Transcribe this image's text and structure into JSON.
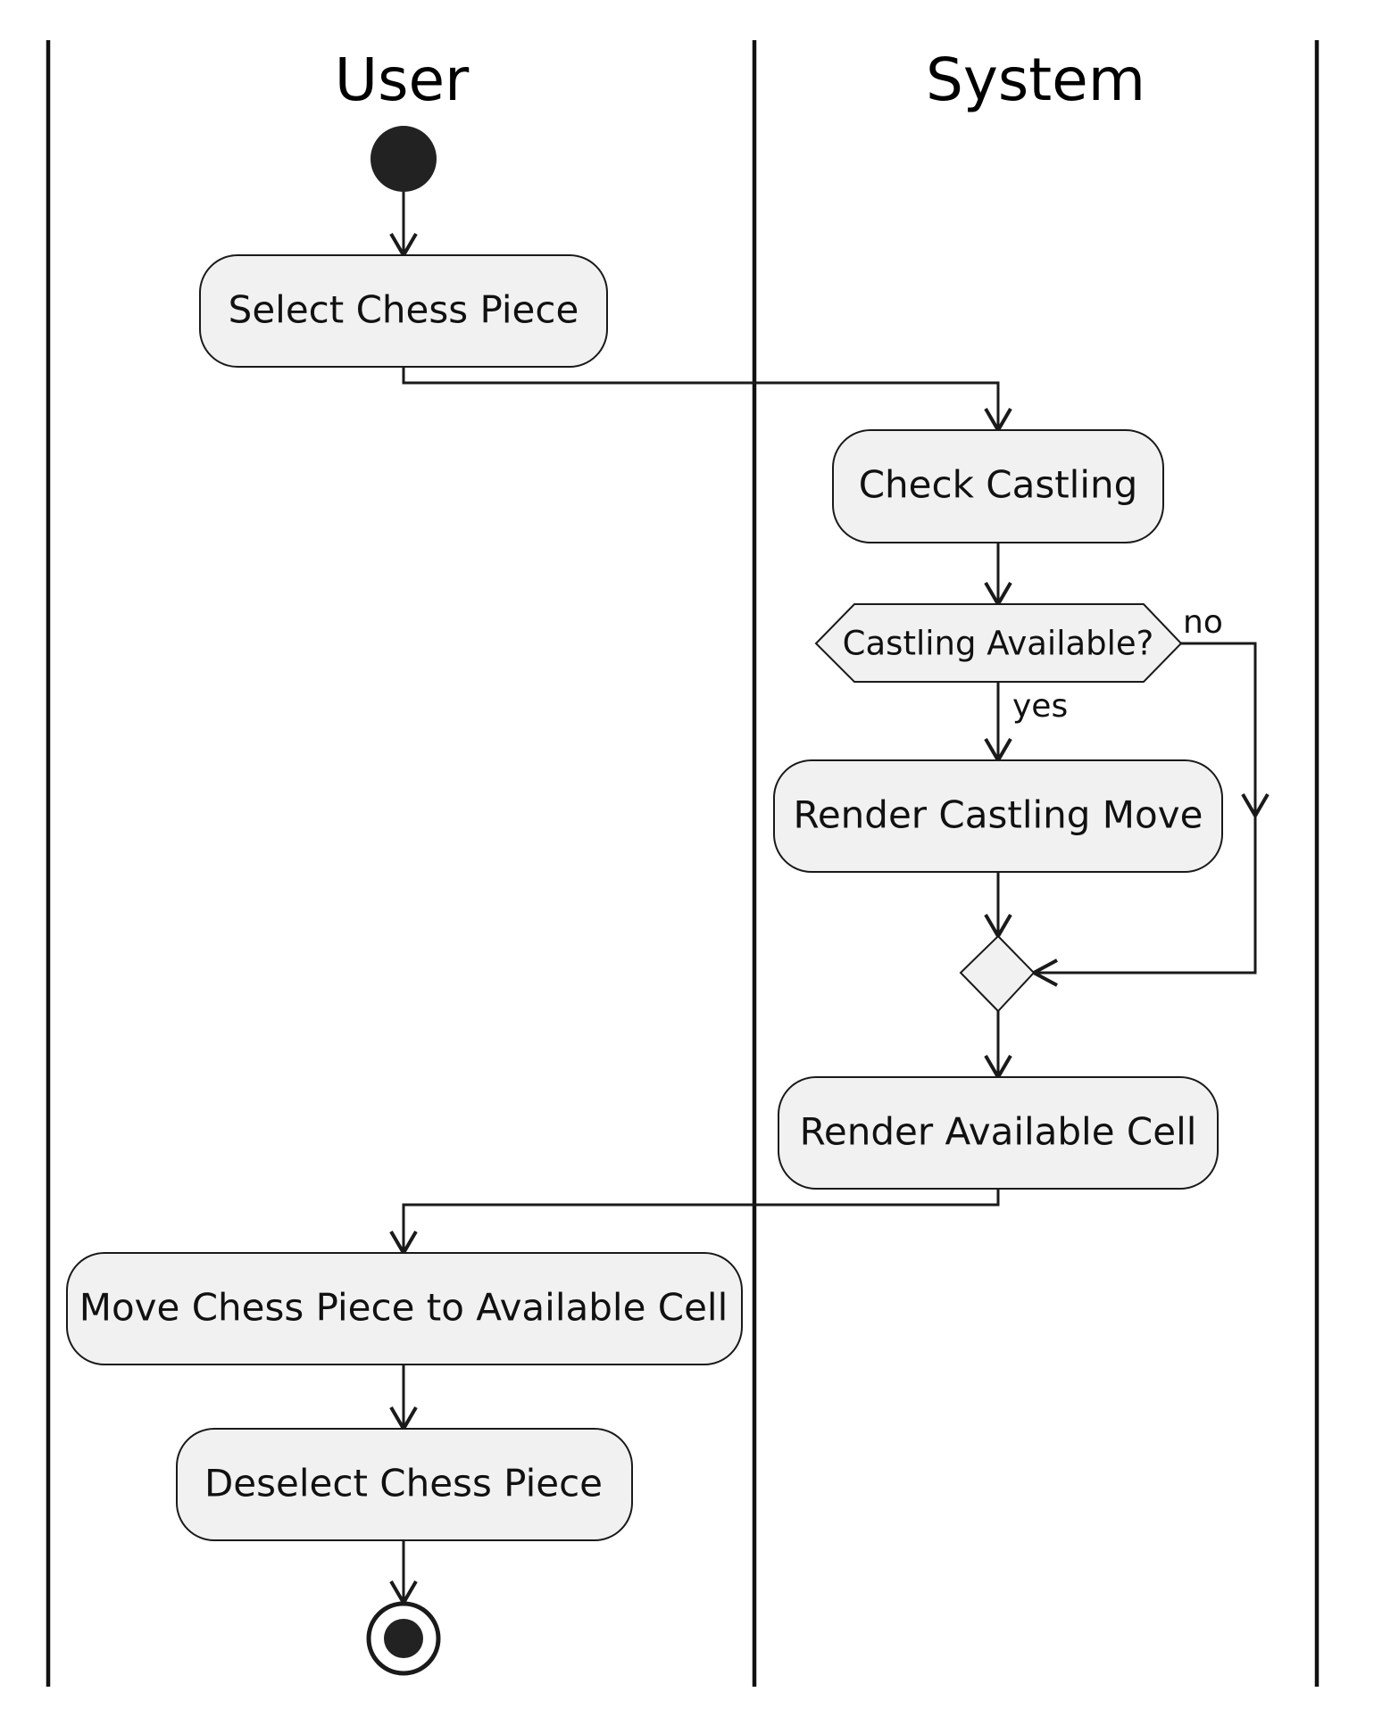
{
  "lanes": {
    "user": {
      "title": "User"
    },
    "system": {
      "title": "System"
    }
  },
  "actions": {
    "select_piece": "Select Chess Piece",
    "check_castling": "Check Castling",
    "render_castling_move": "Render Castling Move",
    "render_available_cell": "Render Available Cell",
    "move_piece": "Move Chess Piece to Available Cell",
    "deselect_piece": "Deselect Chess Piece"
  },
  "decision": {
    "label": "Castling Available?",
    "yes_label": "yes",
    "no_label": "no"
  },
  "colors": {
    "node_fill": "#f1f1f1",
    "line": "#1a1a1a",
    "start_node": "#222222"
  }
}
